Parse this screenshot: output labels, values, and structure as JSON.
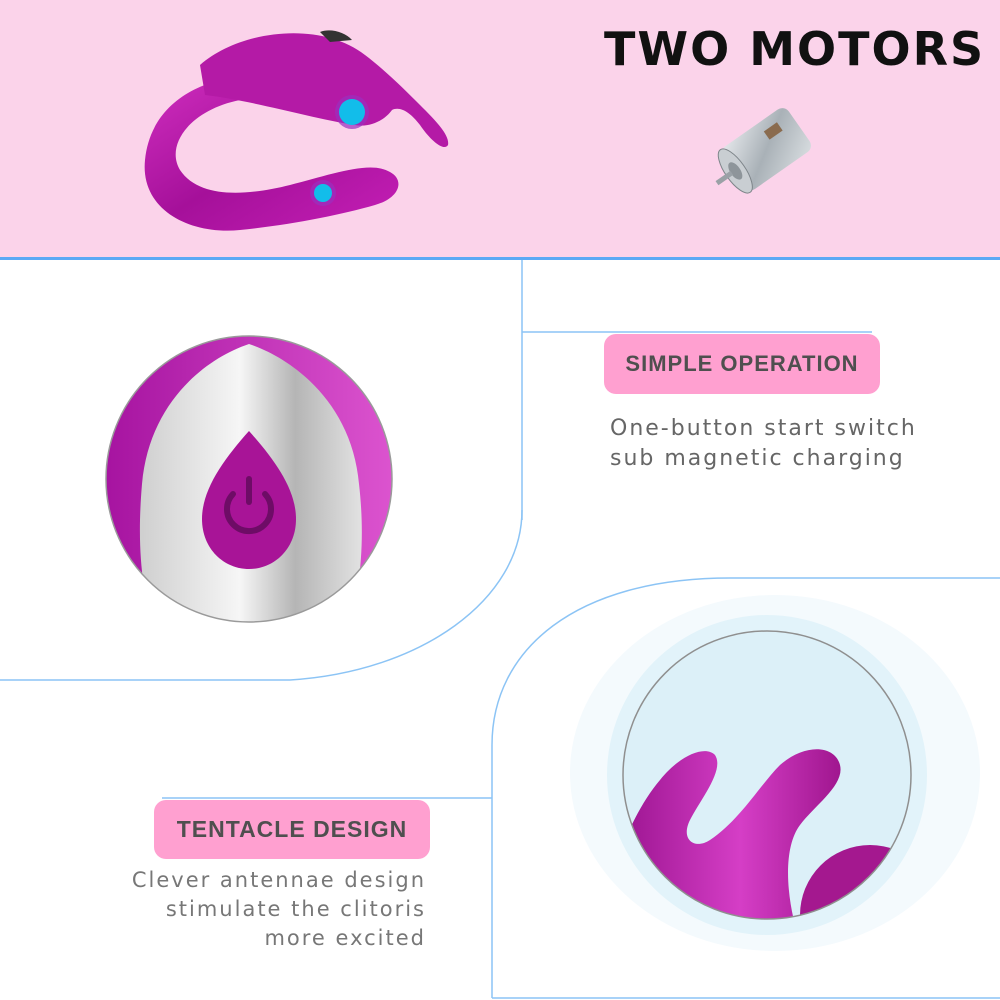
{
  "header": {
    "title": "TWO MOTORS",
    "background_color": "#fbd3ea",
    "divider_color": "#5aa9f5"
  },
  "images": {
    "product_hero": "purple-u-shaped-device",
    "motor": "dc-motor-photo",
    "power_button_closeup": "power-button-closeup",
    "tentacle_closeup": "tentacle-head-closeup"
  },
  "features": [
    {
      "badge": "SIMPLE OPERATION",
      "lines": [
        "One-button start switch",
        "sub magnetic charging"
      ]
    },
    {
      "badge": "TENTACLE DESIGN",
      "lines": [
        "Clever antennae design",
        "stimulate the clitoris",
        "more excited"
      ]
    }
  ],
  "colors": {
    "badge_bg": "#ffa0d0",
    "badge_text": "#4f4f4f",
    "product_purple": "#b0179f",
    "accent_blue": "#1fb8ea",
    "line_blue": "#8cc4f5"
  }
}
